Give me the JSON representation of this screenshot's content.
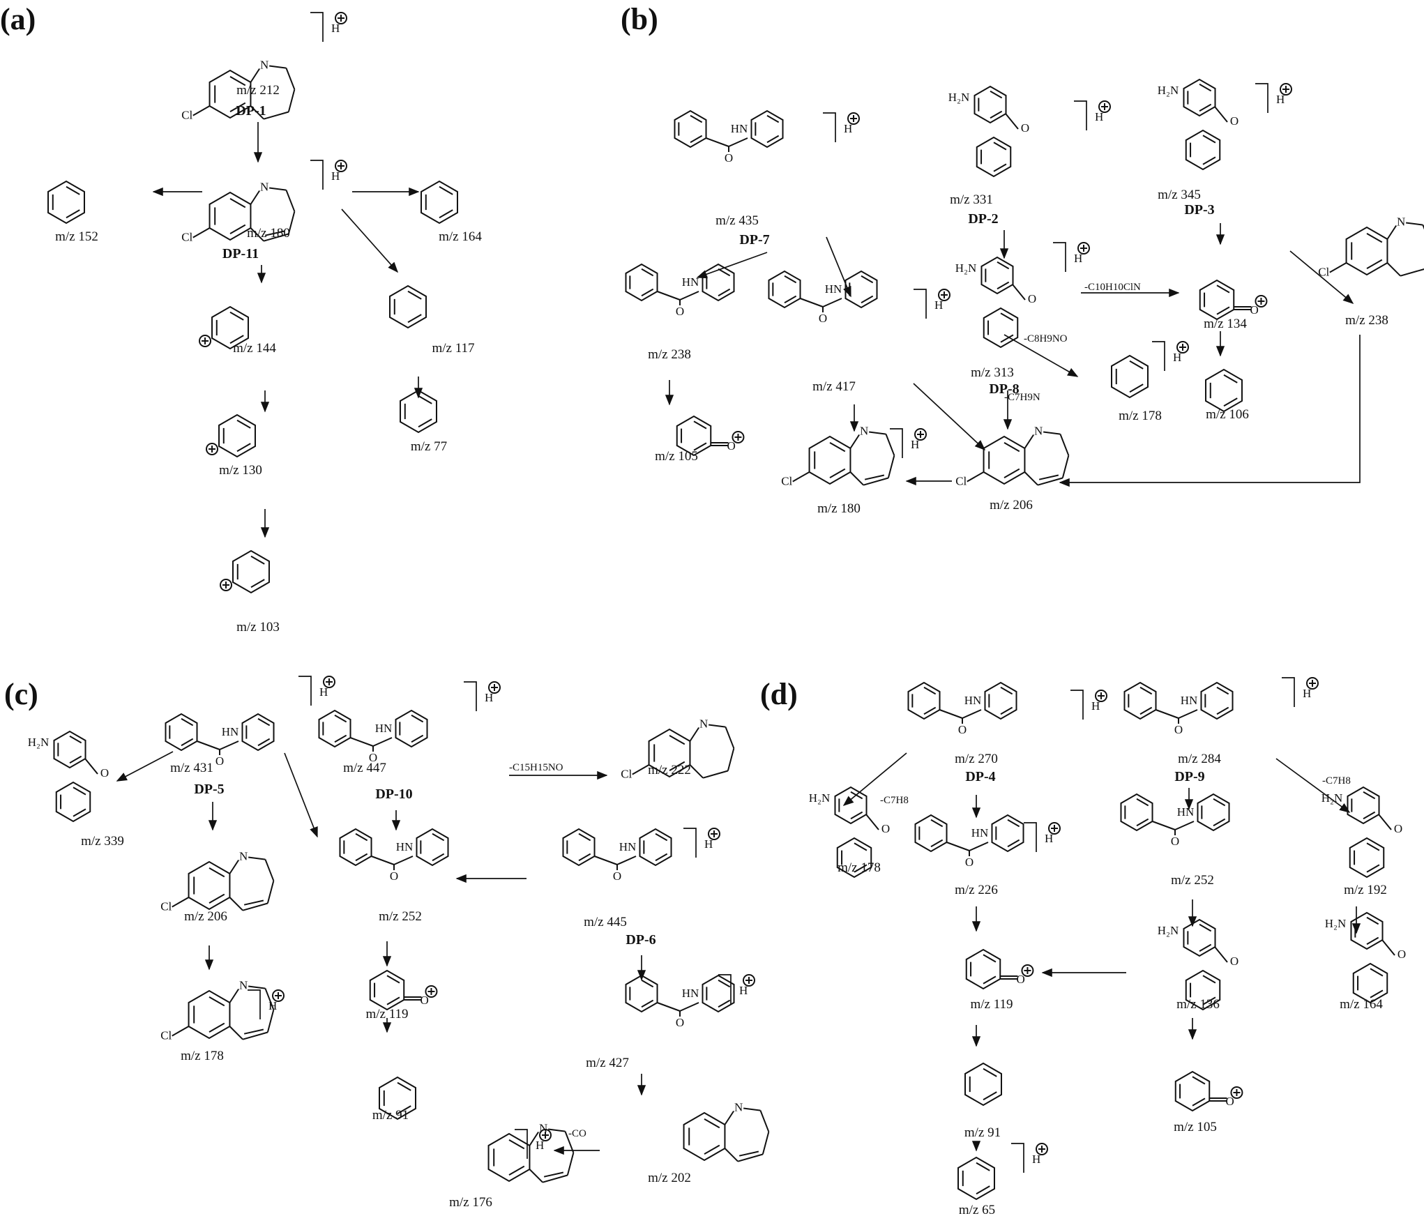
{
  "panels": {
    "a": {
      "label": "(a)",
      "nodes": [
        {
          "mz": "m/z 212",
          "dp": "DP-1"
        },
        {
          "mz": "m/z 180",
          "dp": "DP-11"
        },
        {
          "mz": "m/z 152",
          "dp": ""
        },
        {
          "mz": "m/z 164",
          "dp": ""
        },
        {
          "mz": "m/z 144",
          "dp": ""
        },
        {
          "mz": "m/z 117",
          "dp": ""
        },
        {
          "mz": "m/z 130",
          "dp": ""
        },
        {
          "mz": "m/z 77",
          "dp": ""
        },
        {
          "mz": "m/z 103",
          "dp": ""
        }
      ]
    },
    "b": {
      "label": "(b)",
      "nodes": [
        {
          "mz": "m/z 435",
          "dp": "DP-7"
        },
        {
          "mz": "m/z 331",
          "dp": "DP-2"
        },
        {
          "mz": "m/z 345",
          "dp": "DP-3"
        },
        {
          "mz": "m/z 238",
          "dp": ""
        },
        {
          "mz": "m/z 417",
          "dp": ""
        },
        {
          "mz": "m/z 313",
          "dp": "DP-8"
        },
        {
          "mz": "m/z 134",
          "dp": ""
        },
        {
          "mz": "m/z 238",
          "dp": ""
        },
        {
          "mz": "m/z 178",
          "dp": ""
        },
        {
          "mz": "m/z 106",
          "dp": ""
        },
        {
          "mz": "m/z 105",
          "dp": ""
        },
        {
          "mz": "m/z 180",
          "dp": ""
        },
        {
          "mz": "m/z 206",
          "dp": ""
        }
      ],
      "losses": [
        "-C10H10ClN",
        "-C8H9NO",
        "-C7H9N"
      ]
    },
    "c": {
      "label": "(c)",
      "nodes": [
        {
          "mz": "m/z 431",
          "dp": "DP-5"
        },
        {
          "mz": "m/z 447",
          "dp": "DP-10"
        },
        {
          "mz": "m/z 222",
          "dp": ""
        },
        {
          "mz": "m/z 339",
          "dp": ""
        },
        {
          "mz": "m/z 206",
          "dp": ""
        },
        {
          "mz": "m/z 252",
          "dp": ""
        },
        {
          "mz": "m/z 445",
          "dp": "DP-6"
        },
        {
          "mz": "m/z 178",
          "dp": ""
        },
        {
          "mz": "m/z 119",
          "dp": ""
        },
        {
          "mz": "m/z 91",
          "dp": ""
        },
        {
          "mz": "m/z 427",
          "dp": ""
        },
        {
          "mz": "m/z 202",
          "dp": ""
        },
        {
          "mz": "m/z 176",
          "dp": ""
        }
      ],
      "losses": [
        "-C15H15NO",
        "-CO"
      ]
    },
    "d": {
      "label": "(d)",
      "nodes": [
        {
          "mz": "m/z 270",
          "dp": "DP-4"
        },
        {
          "mz": "m/z 284",
          "dp": "DP-9"
        },
        {
          "mz": "m/z 178",
          "dp": ""
        },
        {
          "mz": "m/z 226",
          "dp": ""
        },
        {
          "mz": "m/z 252",
          "dp": ""
        },
        {
          "mz": "m/z 192",
          "dp": ""
        },
        {
          "mz": "m/z 119",
          "dp": ""
        },
        {
          "mz": "m/z 136",
          "dp": ""
        },
        {
          "mz": "m/z 164",
          "dp": ""
        },
        {
          "mz": "m/z 91",
          "dp": ""
        },
        {
          "mz": "m/z 105",
          "dp": ""
        },
        {
          "mz": "m/z 65",
          "dp": ""
        }
      ],
      "losses": [
        "-C7H8",
        "-C7H8"
      ]
    }
  }
}
